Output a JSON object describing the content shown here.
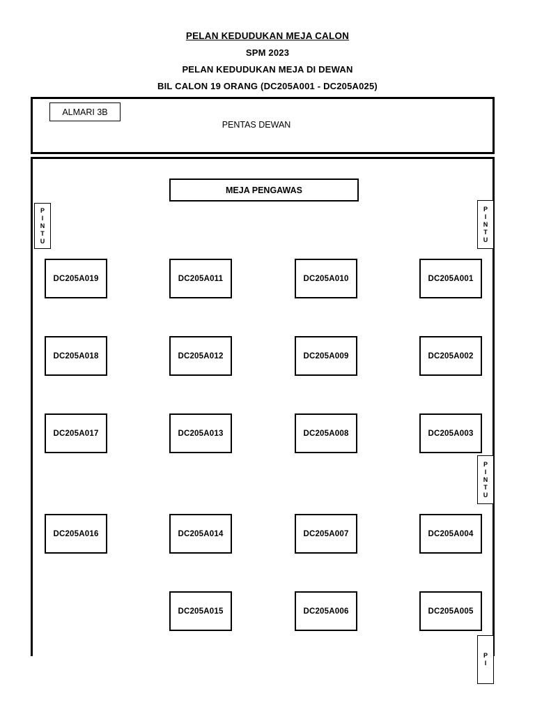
{
  "header": {
    "title": "PELAN KEDUDUKAN MEJA CALON ",
    "exam": "SPM 2023",
    "subtitle": "PELAN KEDUDUKAN MEJA DI DEWAN",
    "candidates": "BIL CALON 19 ORANG (DC205A001 - DC205A025)"
  },
  "hall": {
    "cabinet_label": "ALMARI 3B",
    "stage_label": "PENTAS DEWAN",
    "invigilator_table_label": "MEJA PENGAWAS"
  },
  "doors": [
    {
      "name": "door-left-top",
      "letters": [
        "P",
        "I",
        "N",
        "T",
        "U"
      ],
      "label": "PINTU"
    },
    {
      "name": "door-right-top",
      "letters": [
        "P",
        "I",
        "N",
        "T",
        "U"
      ],
      "label": "PINTU"
    },
    {
      "name": "door-right-middle",
      "letters": [
        "P",
        "I",
        "N",
        "T",
        "U"
      ],
      "label": "PINTU"
    },
    {
      "name": "door-right-bottom",
      "letters": [
        "P",
        "I"
      ],
      "label": "PI"
    }
  ],
  "seat_grid": {
    "columns": 4,
    "rows": [
      {
        "seats": [
          "DC205A019",
          "DC205A011",
          "DC205A010",
          "DC205A001"
        ]
      },
      {
        "seats": [
          "DC205A018",
          "DC205A012",
          "DC205A009",
          "DC205A002"
        ]
      },
      {
        "seats": [
          "DC205A017",
          "DC205A013",
          "DC205A008",
          "DC205A003"
        ]
      },
      {
        "seats": [
          "DC205A016",
          "DC205A014",
          "DC205A007",
          "DC205A004"
        ]
      },
      {
        "seats": [
          null,
          "DC205A015",
          "DC205A006",
          "DC205A005"
        ]
      }
    ]
  }
}
